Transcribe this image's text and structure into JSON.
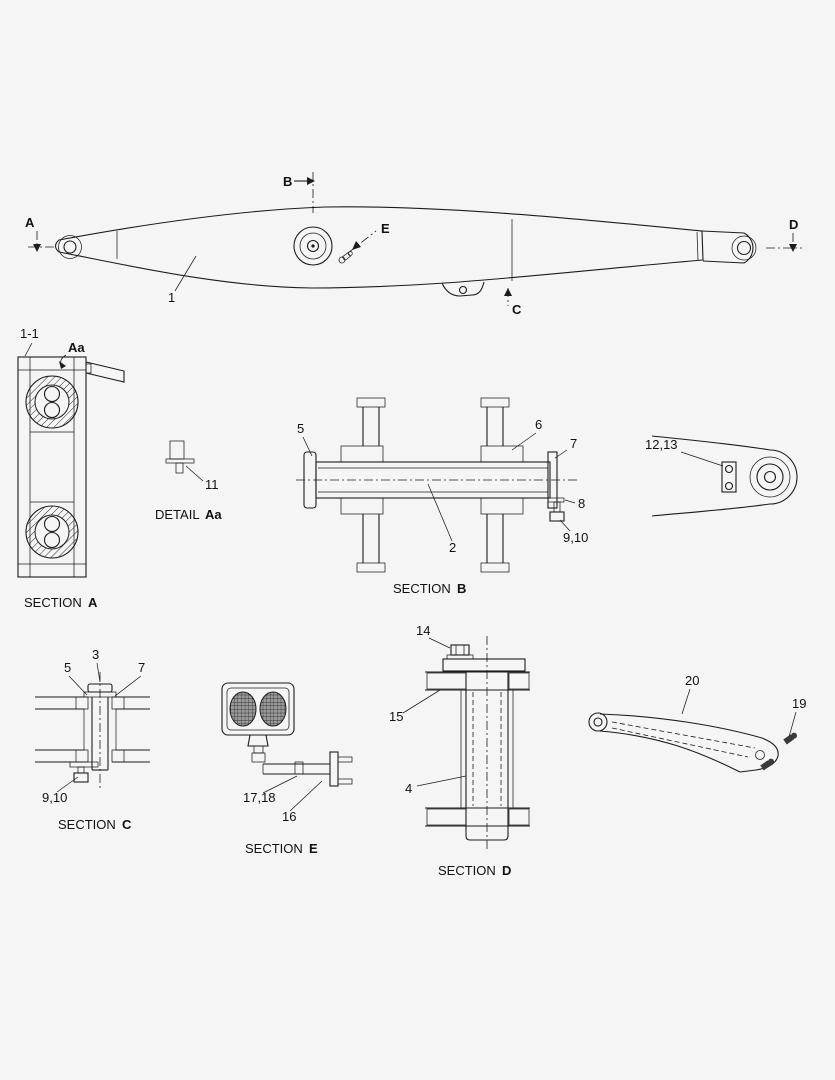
{
  "page": {
    "background": "#f5f5f6",
    "line_color": "#1c1c1c"
  },
  "main_view": {
    "part_1": "1",
    "marker_a": "A",
    "marker_b": "B",
    "marker_c": "C",
    "marker_d": "D",
    "marker_e": "E"
  },
  "section_a": {
    "label_1_1": "1-1",
    "label_aa": "Aa",
    "title_word": "SECTION",
    "title_letter": "A"
  },
  "detail_aa": {
    "label_11": "11",
    "title_word": "DETAIL",
    "title_letter": "Aa"
  },
  "section_b": {
    "title_word": "SECTION",
    "title_letter": "B",
    "label_5": "5",
    "label_6": "6",
    "label_7": "7",
    "label_8": "8",
    "label_9_10": "9,10",
    "label_2": "2"
  },
  "pin_detail": {
    "label_12_13": "12,13"
  },
  "section_c": {
    "title_word": "SECTION",
    "title_letter": "C",
    "label_5": "5",
    "label_3": "3",
    "label_7": "7",
    "label_9_10": "9,10"
  },
  "section_e": {
    "title_word": "SECTION",
    "title_letter": "E",
    "label_17_18": "17,18",
    "label_16": "16"
  },
  "section_d": {
    "title_word": "SECTION",
    "title_letter": "D",
    "label_14": "14",
    "label_15": "15",
    "label_4": "4"
  },
  "arm_detail": {
    "label_20": "20",
    "label_19": "19"
  }
}
